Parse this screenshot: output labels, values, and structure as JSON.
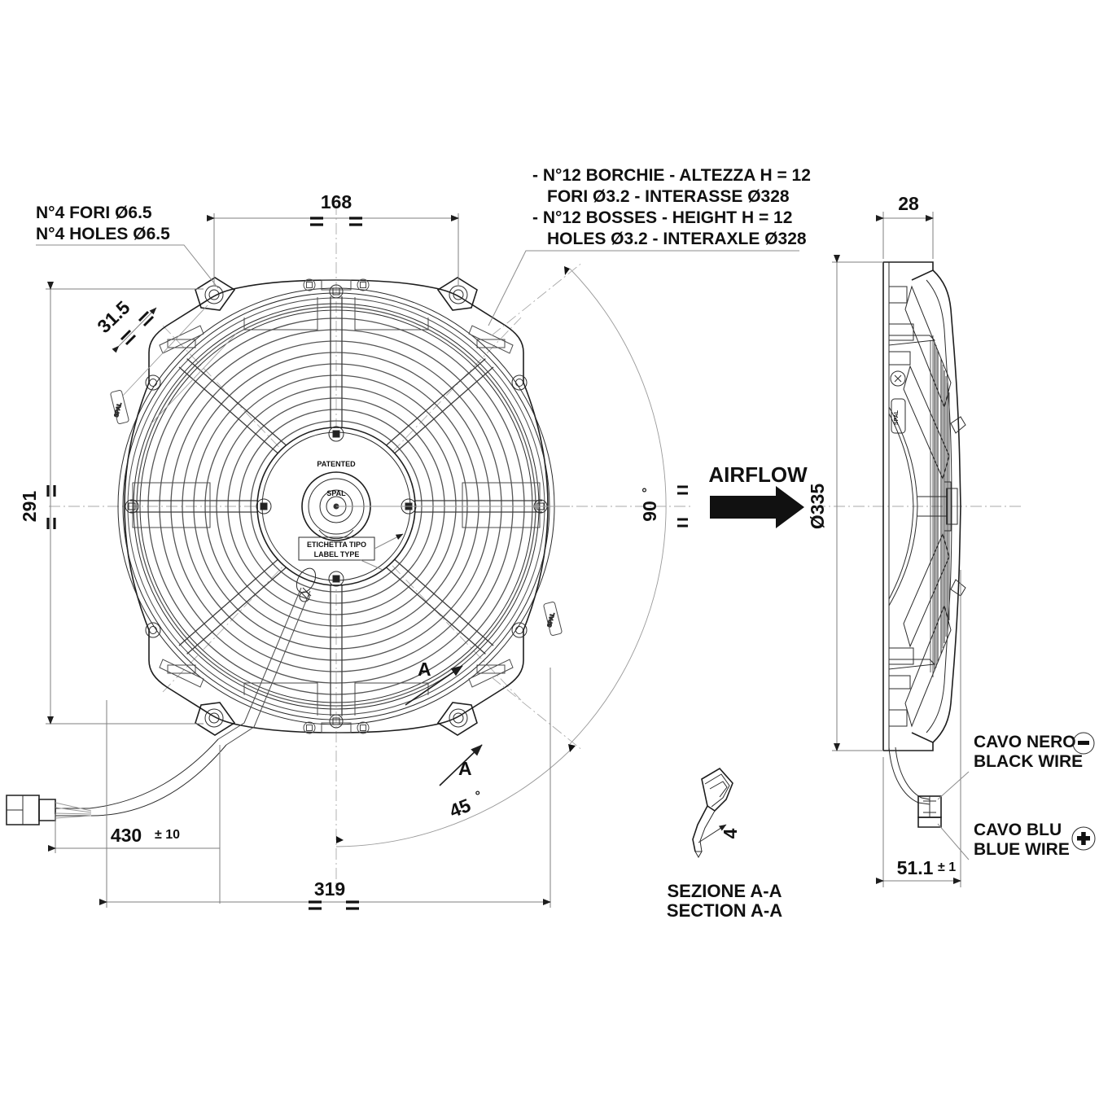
{
  "drawing": {
    "type": "technical-drawing",
    "subject": "SPAL axial cooling fan — front view, side view and section A-A"
  },
  "annotations": {
    "holes_note_it": "N°4 FORI Ø6.5",
    "holes_note_en": "N°4 HOLES Ø6.5",
    "bosses_note_line1": "- N°12 BORCHIE - ALTEZZA H = 12",
    "bosses_note_line2": "FORI Ø3.2 - INTERASSE Ø328",
    "bosses_note_line3": "- N°12 BOSSES - HEIGHT H = 12",
    "bosses_note_line4": "HOLES Ø3.2 - INTERAXLE Ø328",
    "airflow": "AIRFLOW",
    "section_label_it": "SEZIONE A-A",
    "section_label_en": "SECTION A-A",
    "section_marker": "A",
    "wire_black_it": "CAVO NERO",
    "wire_black_en": "BLACK WIRE",
    "wire_blue_it": "CAVO BLU",
    "wire_blue_en": "BLUE WIRE",
    "polarity_negative": "–",
    "polarity_positive": "+"
  },
  "dimensions": {
    "width_top": "168",
    "offset_31_5": "31.5",
    "height_291": "291",
    "width_319": "319",
    "cable_length": "430",
    "cable_tol": "± 10",
    "depth_28": "28",
    "diameter_335": "Ø335",
    "overall_depth": "51.1",
    "overall_depth_tol": "± 1",
    "angle_90": "90",
    "angle_45": "45",
    "section_thickness": "4",
    "degree_symbol": "°",
    "equal_mark": "="
  },
  "hub": {
    "patented": "PATENTED",
    "brand": "SPAL",
    "label_it": "ETICHETTA TIPO",
    "label_en": "LABEL TYPE"
  },
  "colors": {
    "line": "#1e1e1e",
    "thin_line": "#555555",
    "center_line": "#a9a9a9",
    "background": "#ffffff",
    "arrow_fill": "#111111"
  }
}
